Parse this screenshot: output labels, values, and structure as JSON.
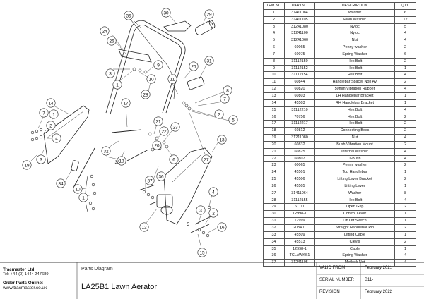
{
  "parts_table": {
    "headers": [
      "ITEM NO.",
      "PARTNO",
      "DESCRIPTION",
      "QTY."
    ],
    "rows": [
      [
        "1",
        "31411084",
        "Washer",
        "6"
      ],
      [
        "2",
        "31411105",
        "Plain Washer",
        "12"
      ],
      [
        "3",
        "31241080",
        "Nyloc",
        "5"
      ],
      [
        "4",
        "31241100",
        "Nyloc",
        "4"
      ],
      [
        "5",
        "31241060",
        "Nut",
        "4"
      ],
      [
        "6",
        "60065",
        "Penny washer",
        "2"
      ],
      [
        "7",
        "60075",
        "Spring Washer",
        "6"
      ],
      [
        "8",
        "31112150",
        "Hex Bolt",
        "2"
      ],
      [
        "9",
        "31112152",
        "Hex Bolt",
        "1"
      ],
      [
        "10",
        "31112154",
        "Hex Bolt",
        "4"
      ],
      [
        "11",
        "60844",
        "Handlebar Spacer Non AV",
        "2"
      ],
      [
        "12",
        "60820",
        "50mm Vibration Rubber",
        "4"
      ],
      [
        "13",
        "60803",
        "LH Handlebar Bracket",
        "1"
      ],
      [
        "14",
        "45503",
        "RH Handlebar Bracket",
        "1"
      ],
      [
        "15",
        "31112210",
        "Hex Bolt",
        "4"
      ],
      [
        "16",
        "70756",
        "Hex Bolt",
        "2"
      ],
      [
        "17",
        "31112217",
        "Hex Bolt",
        "2"
      ],
      [
        "18",
        "60812",
        "Connecting Boss",
        "2"
      ],
      [
        "19",
        "31211080",
        "Nut",
        "4"
      ],
      [
        "20",
        "60832",
        "Bush Vibration Mount",
        "2"
      ],
      [
        "21",
        "60825",
        "Internal Washer",
        "4"
      ],
      [
        "22",
        "60807",
        "T-Bush",
        "4"
      ],
      [
        "23",
        "60065",
        "Penny washer",
        "2"
      ],
      [
        "24",
        "45501",
        "Top Handlebar",
        "1"
      ],
      [
        "25",
        "45506",
        "Lifting Lever Bracket",
        "2"
      ],
      [
        "26",
        "45505",
        "Lifting Lever",
        "1"
      ],
      [
        "27",
        "31411064",
        "Washer",
        "8"
      ],
      [
        "28",
        "31112155",
        "Hex Bolt",
        "4"
      ],
      [
        "29",
        "61111",
        "Open Grip",
        "2"
      ],
      [
        "30",
        "12998-1",
        "Control Lever",
        "1"
      ],
      [
        "31",
        "12999",
        "On Off Switch",
        "1"
      ],
      [
        "32",
        "203401",
        "Straight Handlebar Pin",
        "2"
      ],
      [
        "33",
        "45509",
        "Lifting Cable",
        "1"
      ],
      [
        "34",
        "45513",
        "Clevis",
        "2"
      ],
      [
        "35",
        "12998-1",
        "Cable",
        "1"
      ],
      [
        "36",
        "TCLAWKS1",
        "Spring Washer",
        "4"
      ],
      [
        "37",
        "31241105",
        "Metlock Nut",
        "4"
      ]
    ]
  },
  "title_block": {
    "company": "Tracmaster Ltd",
    "tel": "Tel: +44 (0) 1444 247689",
    "order_label": "Order  Parts Online:",
    "website": "www.tracmaster.co.uk",
    "doc_type": "Parts Diagram",
    "product": "LA25B1 Lawn Aerator",
    "valid_from_label": "VALID FROM",
    "valid_from": "February 2021",
    "serial_label": "SERIAL NUMBER",
    "serial": "B11-",
    "revision_label": "REVISION",
    "revision": "February 2022"
  },
  "callouts": [
    {
      "id": "35",
      "label": "35"
    },
    {
      "id": "30",
      "label": "30"
    },
    {
      "id": "29",
      "label": "29"
    },
    {
      "id": "24",
      "label": "24"
    },
    {
      "id": "26",
      "label": "26"
    },
    {
      "id": "3a",
      "label": "3"
    },
    {
      "id": "9",
      "label": "9"
    },
    {
      "id": "1a",
      "label": "1"
    },
    {
      "id": "10",
      "label": "10"
    },
    {
      "id": "25",
      "label": "25"
    },
    {
      "id": "31",
      "label": "31"
    },
    {
      "id": "28",
      "label": "28"
    },
    {
      "id": "11",
      "label": "11"
    },
    {
      "id": "7a",
      "label": "7"
    },
    {
      "id": "8",
      "label": "8"
    },
    {
      "id": "2a",
      "label": "2"
    },
    {
      "id": "5a",
      "label": "5"
    },
    {
      "id": "14",
      "label": "14"
    },
    {
      "id": "17",
      "label": "17"
    },
    {
      "id": "21",
      "label": "21"
    },
    {
      "id": "7b",
      "label": "7"
    },
    {
      "id": "1b",
      "label": "1"
    },
    {
      "id": "2b",
      "label": "2"
    },
    {
      "id": "4a",
      "label": "4"
    },
    {
      "id": "22",
      "label": "22"
    },
    {
      "id": "23",
      "label": "23"
    },
    {
      "id": "20",
      "label": "20"
    },
    {
      "id": "6",
      "label": "6"
    },
    {
      "id": "27",
      "label": "27"
    },
    {
      "id": "19",
      "label": "19"
    },
    {
      "id": "3b",
      "label": "3"
    },
    {
      "id": "18",
      "label": "18"
    },
    {
      "id": "32",
      "label": "32"
    },
    {
      "id": "33",
      "label": "33"
    },
    {
      "id": "13",
      "label": "13"
    },
    {
      "id": "34",
      "label": "34"
    },
    {
      "id": "10b",
      "label": "10"
    },
    {
      "id": "1c",
      "label": "1"
    },
    {
      "id": "36",
      "label": "36"
    },
    {
      "id": "37",
      "label": "37"
    },
    {
      "id": "12",
      "label": "12"
    },
    {
      "id": "4b",
      "label": "4"
    },
    {
      "id": "3c",
      "label": "3"
    },
    {
      "id": "2c",
      "label": "2"
    },
    {
      "id": "5b",
      "label": "5"
    },
    {
      "id": "16",
      "label": "16"
    },
    {
      "id": "15",
      "label": "15"
    }
  ]
}
